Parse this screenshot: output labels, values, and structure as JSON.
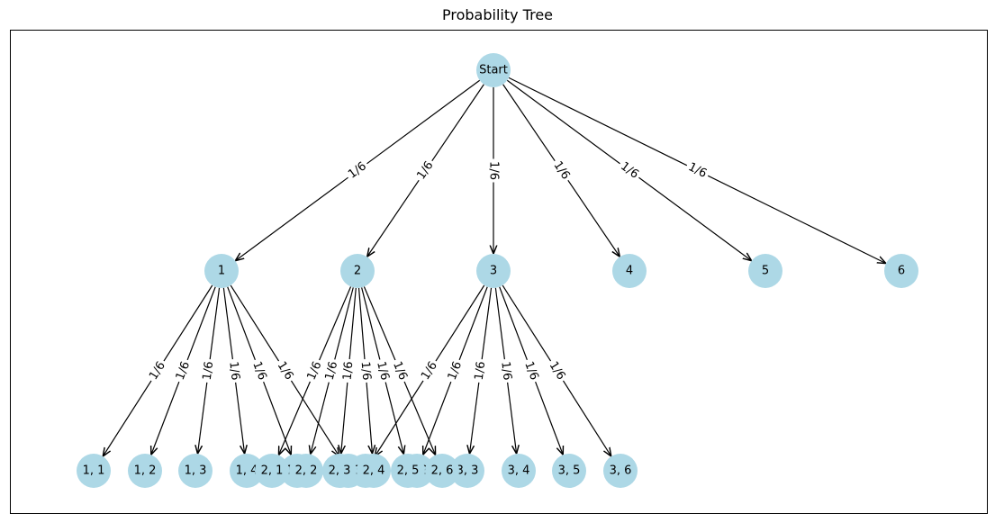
{
  "title": "Probability Tree",
  "colors": {
    "node_fill": "#add8e6",
    "edge": "#000000",
    "frame": "#000000",
    "background": "#ffffff"
  },
  "nodes": {
    "start": "Start",
    "level1": [
      "1",
      "2",
      "3",
      "4",
      "5",
      "6"
    ],
    "level2": [
      "1, 1",
      "1, 2",
      "1, 3",
      "1, 4",
      "1, 5",
      "1, 6",
      "2, 1",
      "2, 2",
      "2, 3",
      "2, 4",
      "2, 5",
      "2, 6",
      "3, 1",
      "3, 2",
      "3, 3",
      "3, 4",
      "3, 5",
      "3, 6"
    ]
  },
  "edge_probability": "1/6"
}
